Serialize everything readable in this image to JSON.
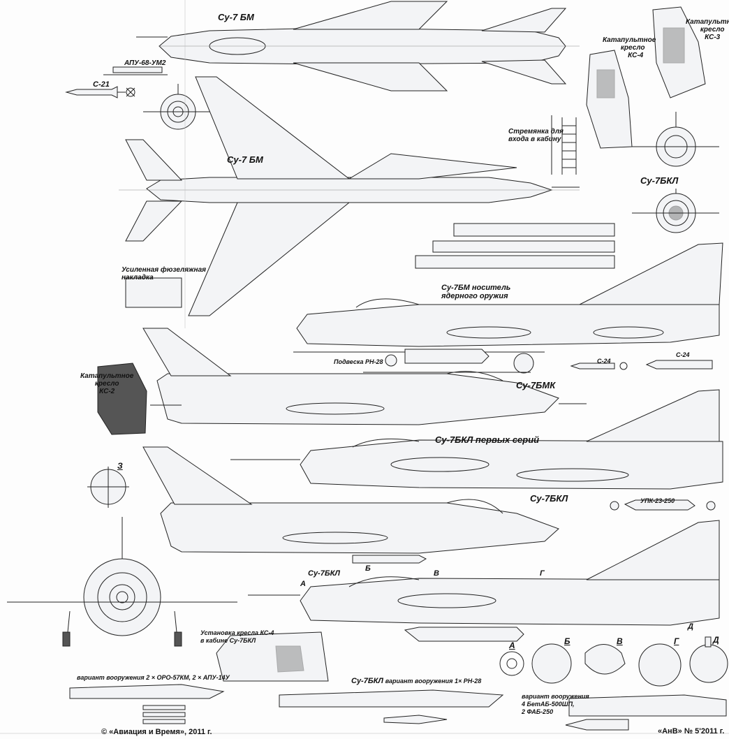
{
  "sheet": {
    "subject": "Su-7 family aircraft drawings",
    "copyright": "© «Авиация и Время», 2011 г.",
    "issue": "«АнВ» № 5'2011 г."
  },
  "labels": {
    "top_view_1": "Су-7 БМ",
    "top_view_2": "Су-7 БМ",
    "apu68": "АПУ-68-УМ2",
    "s21": "С-21",
    "seat_ks4": [
      "Катапультное",
      "кресло",
      "КС-4"
    ],
    "seat_ks3": [
      "Катапультное",
      "кресло",
      "КС-3"
    ],
    "ladder": [
      "Стремянка для",
      "входа в кабину"
    ],
    "front_bkl": "Су-7БКЛ",
    "reinforced": [
      "Усиленная фюзеляжная",
      "накладка"
    ],
    "nuclear": [
      "Су-7БМ носитель",
      "ядерного оружия"
    ],
    "rn28_pod": "Подвеска РН-28",
    "s24_a": "С-24",
    "s24_b": "С-24",
    "seat_ks2": [
      "Катапультное",
      "кресло",
      "КС-2"
    ],
    "bmk": "Су-7БМК",
    "bkl_early": "Су-7БКЛ первых серий",
    "bkl": "Су-7БКЛ",
    "upk": "УПК-23-250",
    "bkl_sections": "Су-7БКЛ",
    "ks4_install": [
      "Установка кресла КС-4",
      "в кабине  Су-7БКЛ"
    ],
    "arm_variant_1": "вариант вооружения  2 × ОРО-57КМ, 2 × АПУ-14У",
    "arm_variant_2_title": "Су-7БКЛ",
    "arm_variant_2": "вариант вооружения 1× РН-28",
    "arm_variant_3": [
      "вариант вооружения",
      "4  БетАБ-500ШП,",
      "2   ФАБ-250"
    ]
  },
  "sections": {
    "markers": [
      "А",
      "Б",
      "В",
      "Г",
      "Д"
    ],
    "z_section": "З"
  }
}
